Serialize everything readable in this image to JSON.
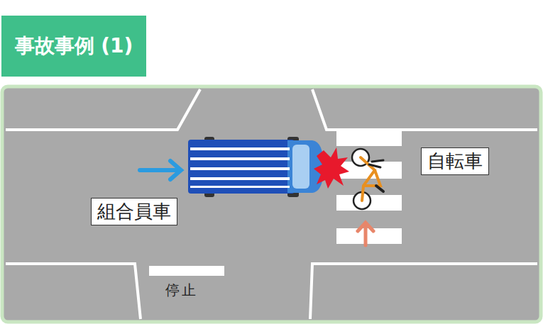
{
  "diagram": {
    "title": "事故事例 (1)",
    "nodes": [
      {
        "text": [
          "自転車"
        ]
      },
      {
        "text": [
          "組合員車"
        ]
      }
    ],
    "labels": [
      "停止"
    ]
  }
}
